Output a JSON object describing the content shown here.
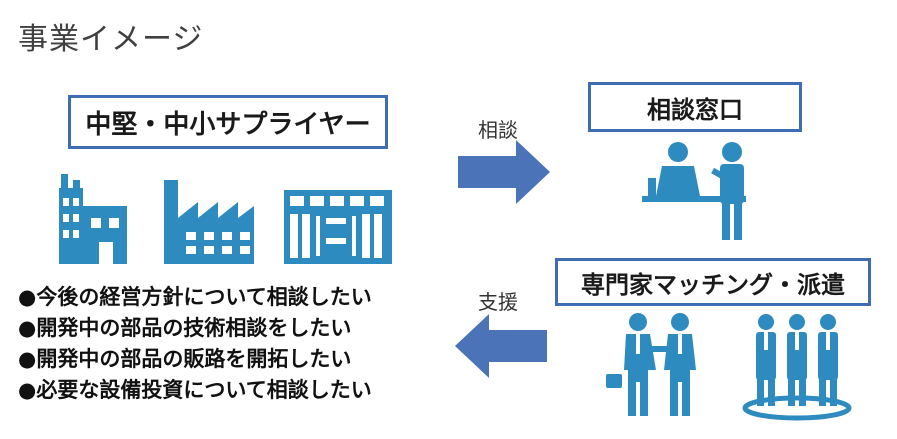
{
  "title": "事業イメージ",
  "supplier_label": "中堅・中小サプライヤー",
  "consult_window_label": "相談窓口",
  "expert_label": "専門家マッチング・派遣",
  "arrow_consult_label": "相談",
  "arrow_support_label": "支援",
  "needs": [
    "●今後の経営方針について相談したい",
    "●開発中の部品の技術相談をしたい",
    "●開発中の部品の販路を開拓したい",
    "●必要な設備投資について相談したい"
  ],
  "colors": {
    "frame": "#3e6db3",
    "factory": "#2d8bbf",
    "arrow": "#4a73b8",
    "person": "#2d8bbf"
  },
  "icons": [
    "factory-building-icon",
    "factory-saw-roof-icon",
    "office-building-icon",
    "reception-desk-icon",
    "handshake-icon",
    "group-of-people-icon"
  ]
}
